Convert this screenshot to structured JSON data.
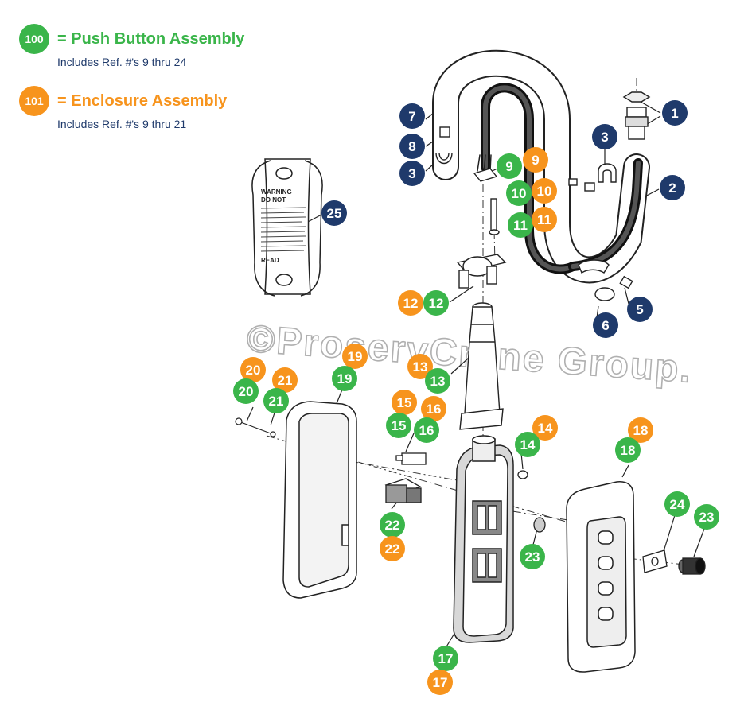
{
  "legend": [
    {
      "badge": "100",
      "title": "= Push Button Assembly",
      "subtitle": "Includes Ref. #'s 9 thru 24",
      "color": "#3ab54a"
    },
    {
      "badge": "101",
      "title": "= Enclosure Assembly",
      "subtitle": "Includes Ref. #'s 9 thru 21",
      "color": "#f7941d"
    }
  ],
  "watermark": "©ProservCrane Group.",
  "warning_label": {
    "heading": "WARNING",
    "sub": "DO NOT",
    "footer": "READ"
  },
  "colors": {
    "navy": "#1f3a6b",
    "green": "#3ab54a",
    "orange": "#f7941d"
  },
  "callouts": {
    "c1": "1",
    "c2": "2",
    "c3a": "3",
    "c3b": "3",
    "c5": "5",
    "c6": "6",
    "c7": "7",
    "c8": "8",
    "c25": "25",
    "c9g": "9",
    "c9o": "9",
    "c10g": "10",
    "c10o": "10",
    "c11g": "11",
    "c11o": "11",
    "c12o": "12",
    "c12g": "12",
    "c13o": "13",
    "c13g": "13",
    "c14o": "14",
    "c14g": "14",
    "c15o": "15",
    "c15g": "15",
    "c16o": "16",
    "c16g": "16",
    "c17g": "17",
    "c17o": "17",
    "c18o": "18",
    "c18g": "18",
    "c19o": "19",
    "c19g": "19",
    "c20o": "20",
    "c20g": "20",
    "c21o": "21",
    "c21g": "21",
    "c22g": "22",
    "c22o": "22",
    "c23a": "23",
    "c23b": "23",
    "c24": "24"
  }
}
